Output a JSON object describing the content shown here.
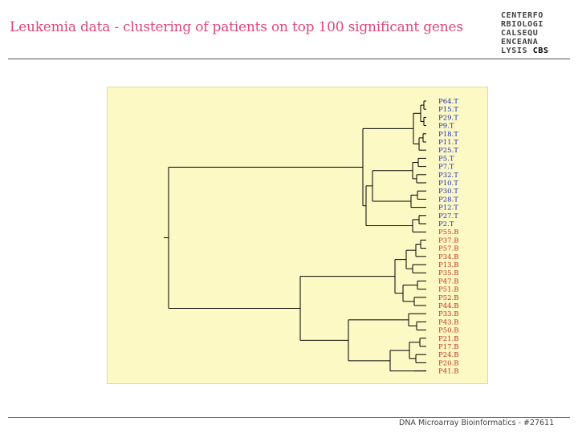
{
  "slide": {
    "title": "Leukemia data - clustering of patients on top 100 significant genes",
    "footer": "DNA Microarray Bioinformatics - #27611"
  },
  "logo": {
    "lines": [
      "CENTERFO",
      "RBIOLOGI",
      "CALSEQU",
      "ENCEANA",
      "LYSIS"
    ],
    "brand": "CBS"
  },
  "colors": {
    "title": "#e0467a",
    "panel_background": "#fdf9c4",
    "tcell_label": "#1a2fb8",
    "bcell_label": "#c4321e",
    "tree_line": "#000000"
  },
  "dendrogram": {
    "leaves": [
      {
        "label": "P64.T",
        "group": "T"
      },
      {
        "label": "P15.T",
        "group": "T"
      },
      {
        "label": "P29.T",
        "group": "T"
      },
      {
        "label": "P9.T",
        "group": "T"
      },
      {
        "label": "P18.T",
        "group": "T"
      },
      {
        "label": "P11.T",
        "group": "T"
      },
      {
        "label": "P25.T",
        "group": "T"
      },
      {
        "label": "P5.T",
        "group": "T"
      },
      {
        "label": "P7.T",
        "group": "T"
      },
      {
        "label": "P32.T",
        "group": "T"
      },
      {
        "label": "P10.T",
        "group": "T"
      },
      {
        "label": "P30.T",
        "group": "T"
      },
      {
        "label": "P28.T",
        "group": "T"
      },
      {
        "label": "P12.T",
        "group": "T"
      },
      {
        "label": "P27.T",
        "group": "T"
      },
      {
        "label": "P2.T",
        "group": "T"
      },
      {
        "label": "P55.B",
        "group": "B"
      },
      {
        "label": "P37.B",
        "group": "B"
      },
      {
        "label": "P57.B",
        "group": "B"
      },
      {
        "label": "P34.B",
        "group": "B"
      },
      {
        "label": "P13.B",
        "group": "B"
      },
      {
        "label": "P35.B",
        "group": "B"
      },
      {
        "label": "P47.B",
        "group": "B"
      },
      {
        "label": "P51.B",
        "group": "B"
      },
      {
        "label": "P52.B",
        "group": "B"
      },
      {
        "label": "P44.B",
        "group": "B"
      },
      {
        "label": "P33.B",
        "group": "B"
      },
      {
        "label": "P43.B",
        "group": "B"
      },
      {
        "label": "P50.B",
        "group": "B"
      },
      {
        "label": "P21.B",
        "group": "B"
      },
      {
        "label": "P17.B",
        "group": "B"
      },
      {
        "label": "P24.B",
        "group": "B"
      },
      {
        "label": "P20.B",
        "group": "B"
      },
      {
        "label": "P41.B",
        "group": "B"
      }
    ]
  }
}
